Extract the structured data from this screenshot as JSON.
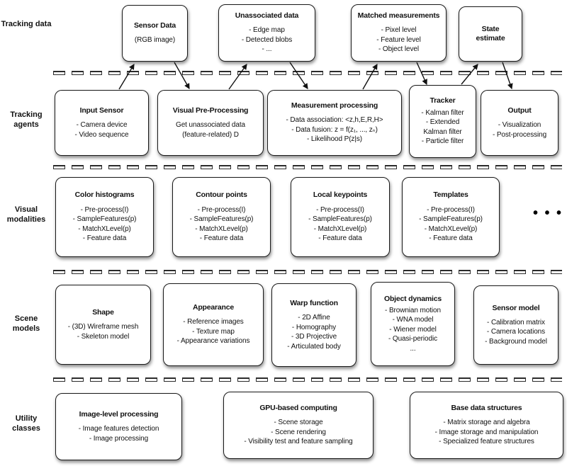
{
  "diagram": {
    "colors": {
      "background": "#ffffff",
      "box_border": "#1a1a1a",
      "text": "#111111"
    },
    "more_indicator": "• • •",
    "rows": [
      {
        "label": "Tracking data",
        "boxes": [
          {
            "title": "Sensor Data",
            "items": [
              "(RGB image)"
            ]
          },
          {
            "title": "Unassociated data",
            "items": [
              "- Edge map",
              "- Detected blobs",
              "- ..."
            ]
          },
          {
            "title": "Matched measurements",
            "items": [
              "- Pixel level",
              "- Feature level",
              "- Object level"
            ]
          },
          {
            "title": "State estimate",
            "items": []
          }
        ]
      },
      {
        "label": "Tracking agents",
        "boxes": [
          {
            "title": "Input Sensor",
            "items": [
              "- Camera device",
              "- Video sequence"
            ]
          },
          {
            "title": "Visual Pre-Processing",
            "items": [
              "Get unassociated data",
              "(feature-related) D"
            ]
          },
          {
            "title": "Measurement processing",
            "items": [
              "- Data association: <z,h,E,R,H>",
              "- Data fusion: z = f(z₁, ..., zₙ)",
              "- Likelihood P(z|s)"
            ]
          },
          {
            "title": "Tracker",
            "items": [
              "- Kalman filter",
              "- Extended Kalman filter",
              "- Particle filter"
            ]
          },
          {
            "title": "Output",
            "items": [
              "- Visualization",
              "- Post-processing"
            ]
          }
        ]
      },
      {
        "label": "Visual modalities",
        "boxes": [
          {
            "title": "Color histograms",
            "items": [
              "- Pre-process(I)",
              "- SampleFeatures(p)",
              "- MatchXLevel(p)",
              "- Feature data"
            ]
          },
          {
            "title": "Contour points",
            "items": [
              "- Pre-process(I)",
              "- SampleFeatures(p)",
              "- MatchXLevel(p)",
              "- Feature data"
            ]
          },
          {
            "title": "Local keypoints",
            "items": [
              "- Pre-process(I)",
              "- SampleFeatures(p)",
              "- MatchXLevel(p)",
              "- Feature data"
            ]
          },
          {
            "title": "Templates",
            "items": [
              "- Pre-process(I)",
              "- SampleFeatures(p)",
              "- MatchXLevel(p)",
              "- Feature data"
            ]
          }
        ]
      },
      {
        "label": "Scene models",
        "boxes": [
          {
            "title": "Shape",
            "items": [
              "- (3D) Wireframe mesh",
              "- Skeleton model"
            ]
          },
          {
            "title": "Appearance",
            "items": [
              "- Reference images",
              "- Texture map",
              "- Appearance variations"
            ]
          },
          {
            "title": "Warp function",
            "items": [
              "- 2D Affine",
              "- Homography",
              "- 3D Projective",
              "- Articulated body"
            ]
          },
          {
            "title": "Object dynamics",
            "items": [
              "- Brownian motion",
              "- WNA model",
              "- Wiener model",
              "- Quasi-periodic",
              "..."
            ]
          },
          {
            "title": "Sensor model",
            "items": [
              "- Calibration matrix",
              "- Camera locations",
              "- Background model"
            ]
          }
        ]
      },
      {
        "label": "Utility classes",
        "boxes": [
          {
            "title": "Image-level processing",
            "items": [
              "- Image features detection",
              "- Image processing"
            ]
          },
          {
            "title": "GPU-based computing",
            "items": [
              "- Scene storage",
              "- Scene rendering",
              "- Visibility test and feature sampling"
            ]
          },
          {
            "title": "Base data structures",
            "items": [
              "- Matrix storage and algebra",
              "- Image storage and manipulation",
              "- Specialized feature structures"
            ]
          }
        ]
      }
    ]
  }
}
